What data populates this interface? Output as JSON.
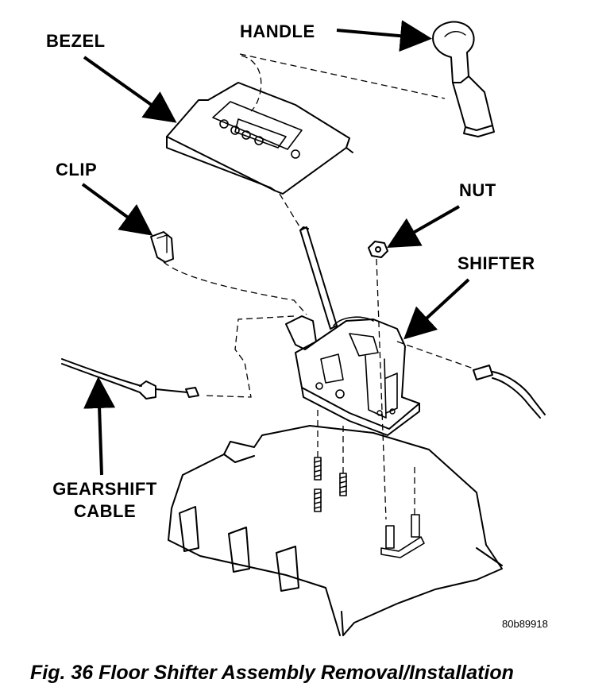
{
  "labels": {
    "bezel": "BEZEL",
    "handle": "HANDLE",
    "clip": "CLIP",
    "nut": "NUT",
    "shifter": "SHIFTER",
    "gearshift_line1": "GEARSHIFT",
    "gearshift_line2": "CABLE"
  },
  "figure_code": "80b89918",
  "caption": "Fig. 36 Floor Shifter Assembly Removal/Installation",
  "colors": {
    "ink": "#000000",
    "paper": "#ffffff"
  }
}
